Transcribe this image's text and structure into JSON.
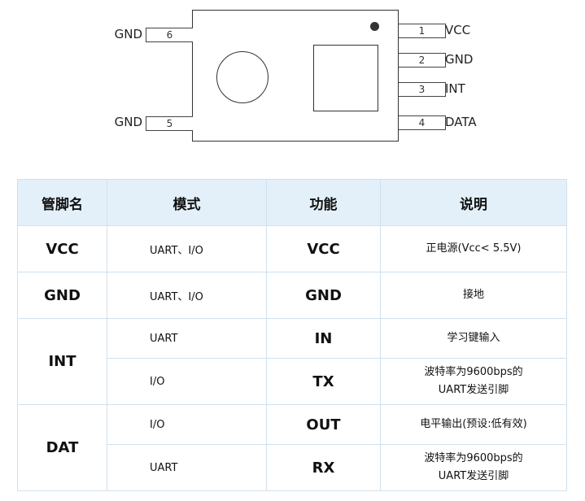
{
  "diagram": {
    "left_pins": [
      {
        "number": "6",
        "name": "GND"
      },
      {
        "number": "5",
        "name": "GND"
      }
    ],
    "right_pins": [
      {
        "number": "1",
        "name": "VCC"
      },
      {
        "number": "2",
        "name": "GND"
      },
      {
        "number": "3",
        "name": "INT"
      },
      {
        "number": "4",
        "name": "DATA"
      }
    ]
  },
  "table": {
    "headers": [
      "管脚名",
      "模式",
      "功能",
      "说明"
    ],
    "rows": {
      "vcc": {
        "pin": "VCC",
        "mode": "UART、I/O",
        "function": "VCC",
        "description": "正电源(Vcc< 5.5V)"
      },
      "gnd": {
        "pin": "GND",
        "mode": "UART、I/O",
        "function": "GND",
        "description": "接地"
      },
      "int": {
        "pin": "INT",
        "sub": [
          {
            "mode": "UART",
            "function": "IN",
            "description": [
              "学习键输入"
            ]
          },
          {
            "mode": "I/O",
            "function": "TX",
            "description": [
              "波特率为9600bps的",
              "UART发送引脚"
            ]
          }
        ]
      },
      "dat": {
        "pin": "DAT",
        "sub": [
          {
            "mode": "I/O",
            "function": "OUT",
            "description": [
              "电平输出(预设:低有效)"
            ]
          },
          {
            "mode": "UART",
            "function": "RX",
            "description": [
              "波特率为9600bps的",
              "UART发送引脚"
            ]
          }
        ]
      }
    }
  }
}
